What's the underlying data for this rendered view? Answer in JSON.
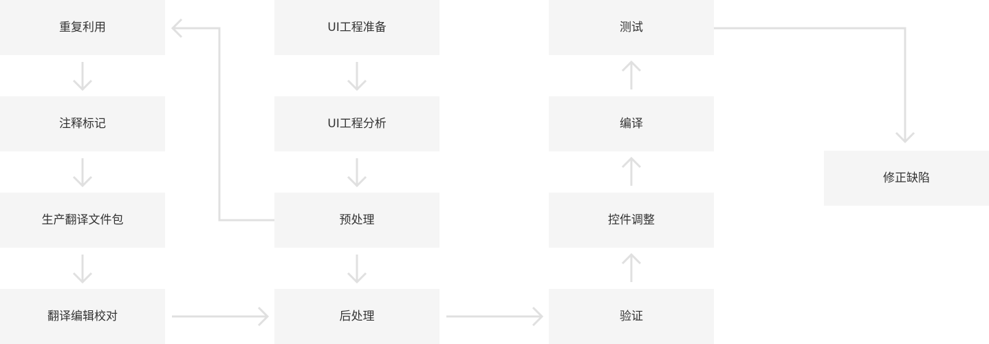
{
  "colors": {
    "node_fill": "#f5f5f5",
    "connector": "#e0e0e0",
    "text": "#333333",
    "background": "#ffffff"
  },
  "nodes": {
    "reuse": "重复利用",
    "annotate": "注释标记",
    "package": "生产翻译文件包",
    "edit": "翻译编辑校对",
    "prep": "UI工程准备",
    "analyze": "UI工程分析",
    "preprocess": "预处理",
    "postprocess": "后处理",
    "test": "测试",
    "compile": "编译",
    "adjust": "控件调整",
    "verify": "验证",
    "fix": "修正缺陷"
  }
}
